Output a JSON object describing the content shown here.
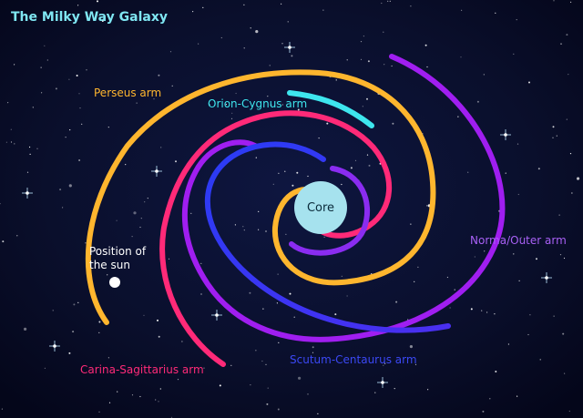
{
  "title": "The Milky Way Galaxy",
  "colors": {
    "background": "#06091c",
    "title": "#7fe6f2",
    "perseus": "#ffb62e",
    "orion": "#3ee6ee",
    "carina": "#ff2a78",
    "scutum": "#3b38f2",
    "norma": "#a01ef0",
    "core": "#a6e2ee",
    "sun": "#ffffff"
  },
  "labels": {
    "core": "Core",
    "sun_line1": "Position of",
    "sun_line2": "the sun",
    "perseus": "Perseus arm",
    "orion": "Orion-Cygnus arm",
    "carina": "Carina-Sagittarius arm",
    "scutum": "Scutum-Centaurus arm",
    "norma": "Norma/Outer arm"
  }
}
